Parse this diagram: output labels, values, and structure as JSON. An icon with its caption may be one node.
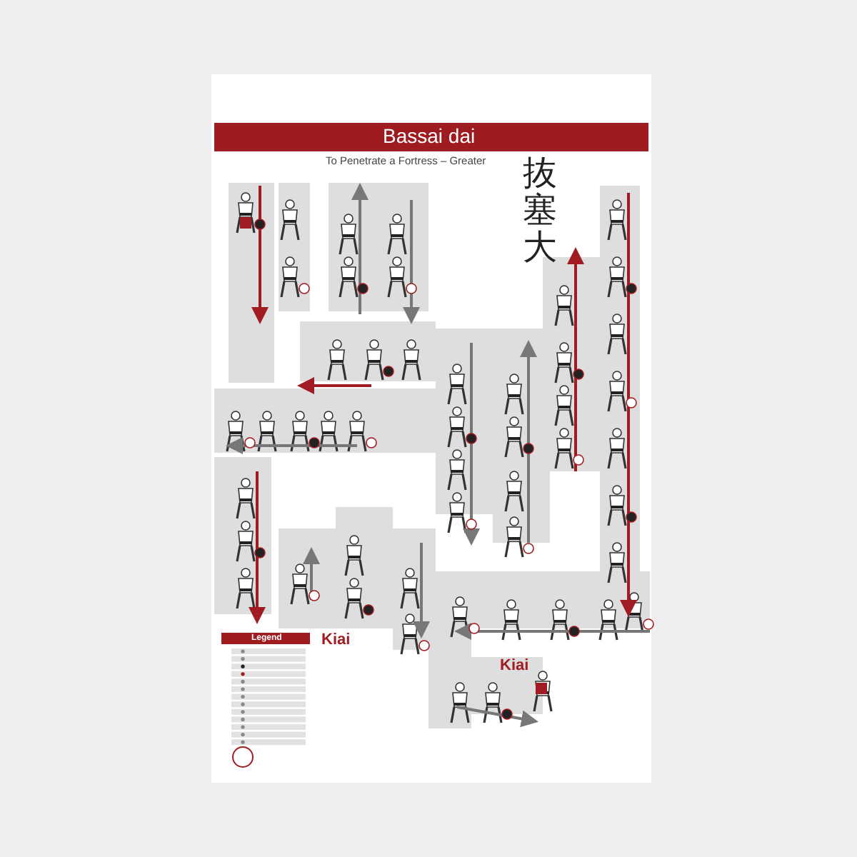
{
  "diagram": {
    "title": "Bassai dai",
    "labels": [
      "To Penetrate a Fortress – Greater",
      "抜塞大",
      "Kiai",
      "Legend",
      "Kiai"
    ]
  }
}
